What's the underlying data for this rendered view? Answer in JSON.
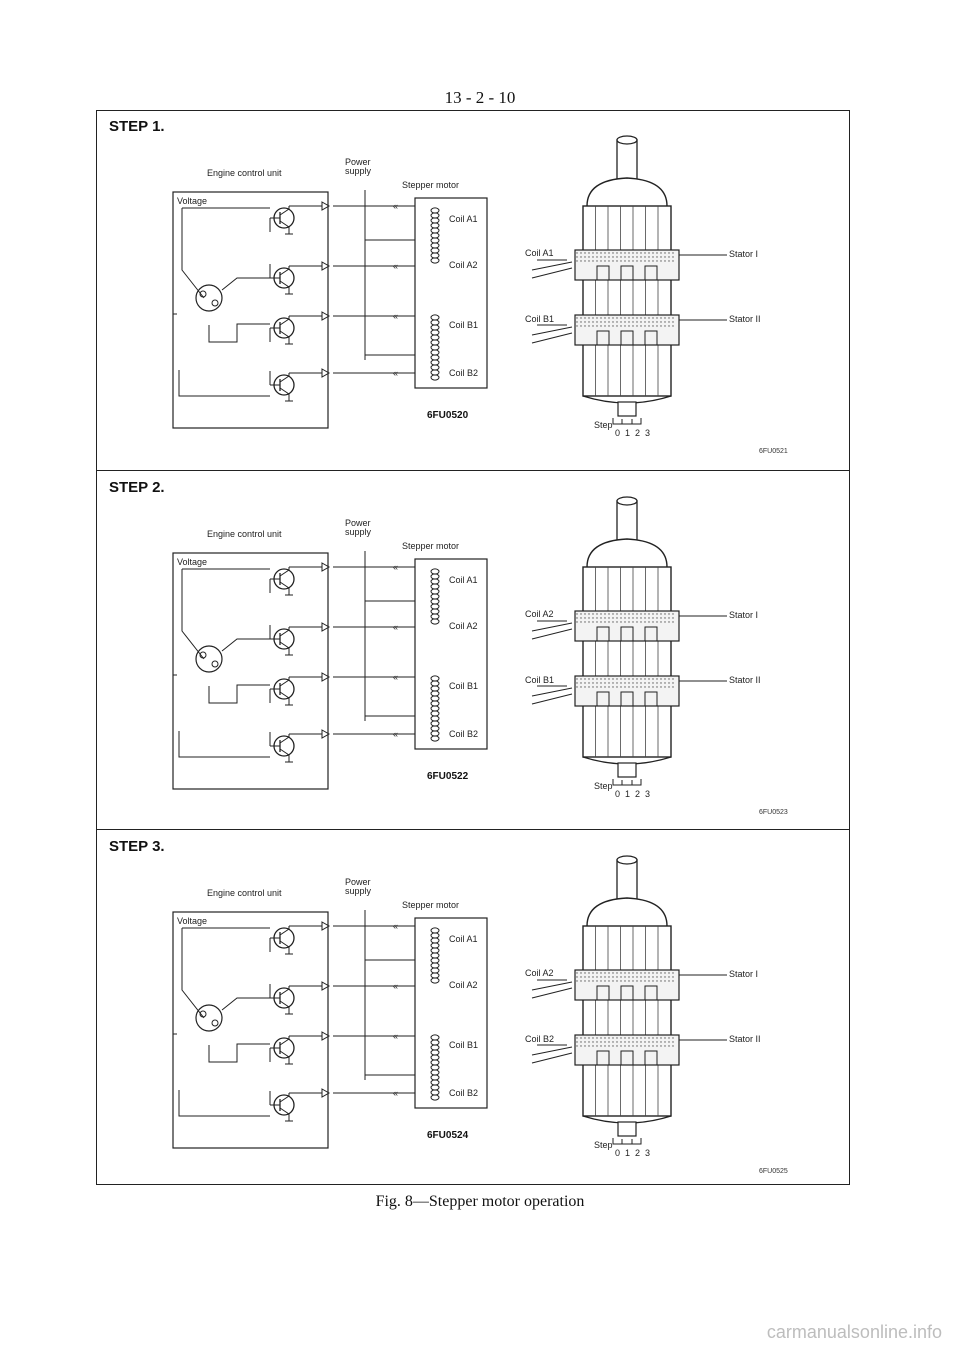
{
  "page_number": "13 - 2 - 10",
  "steps": [
    {
      "label": "STEP 1.",
      "ecu_label": "Engine control unit",
      "power_label": "Power\nsupply",
      "motor_label": "Stepper motor",
      "voltage_label": "Voltage",
      "coils": [
        "Coil A1",
        "Coil A2",
        "Coil B1",
        "Coil B2"
      ],
      "figure_code": "6FU0520",
      "motor_coil_top": "Coil A1",
      "motor_coil_bottom": "Coil B1",
      "stator_top": "Stator I",
      "stator_bottom": "Stator II",
      "step_label": "Step",
      "step_numbers": "0  1  2  3",
      "motor_code": "6FU0521"
    },
    {
      "label": "STEP 2.",
      "ecu_label": "Engine control unit",
      "power_label": "Power\nsupply",
      "motor_label": "Stepper motor",
      "voltage_label": "Voltage",
      "coils": [
        "Coil A1",
        "Coil A2",
        "Coil B1",
        "Coil B2"
      ],
      "figure_code": "6FU0522",
      "motor_coil_top": "Coil A2",
      "motor_coil_bottom": "Coil B1",
      "stator_top": "Stator I",
      "stator_bottom": "Stator II",
      "step_label": "Step",
      "step_numbers": "0  1  2  3",
      "motor_code": "6FU0523"
    },
    {
      "label": "STEP 3.",
      "ecu_label": "Engine control unit",
      "power_label": "Power\nsupply",
      "motor_label": "Stepper motor",
      "voltage_label": "Voltage",
      "coils": [
        "Coil A1",
        "Coil A2",
        "Coil B1",
        "Coil B2"
      ],
      "figure_code": "6FU0524",
      "motor_coil_top": "Coil A2",
      "motor_coil_bottom": "Coil B2",
      "stator_top": "Stator I",
      "stator_bottom": "Stator II",
      "step_label": "Step",
      "step_numbers": "0  1  2  3",
      "motor_code": "6FU0525"
    }
  ],
  "caption": "Fig. 8—Stepper motor operation",
  "watermark": "carmanualsonline.info"
}
